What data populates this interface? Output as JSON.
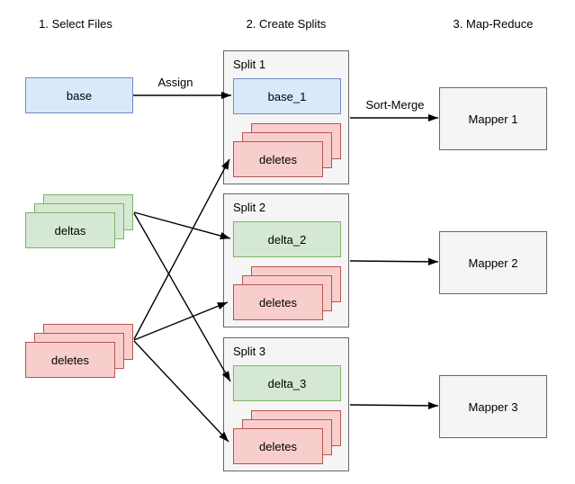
{
  "headers": {
    "stage1": "1. Select Files",
    "stage2": "2. Create Splits",
    "stage3": "3. Map-Reduce"
  },
  "files": {
    "base": "base",
    "deltas": "deltas",
    "deletes": "deletes"
  },
  "splits": [
    {
      "title": "Split 1",
      "file": "base_1",
      "stack": "deletes"
    },
    {
      "title": "Split 2",
      "file": "delta_2",
      "stack": "deletes"
    },
    {
      "title": "Split 3",
      "file": "delta_3",
      "stack": "deletes"
    }
  ],
  "mappers": [
    {
      "label": "Mapper 1"
    },
    {
      "label": "Mapper 2"
    },
    {
      "label": "Mapper 3"
    }
  ],
  "edge_labels": {
    "assign": "Assign",
    "sort_merge": "Sort-Merge"
  },
  "colors": {
    "blue_fill": "#dae8fc",
    "blue_stroke": "#6c8ebf",
    "green_fill": "#d5e8d4",
    "green_stroke": "#82b366",
    "red_fill": "#f8cecc",
    "red_stroke": "#b85450",
    "container_fill": "#f5f5f5",
    "container_stroke": "#666666",
    "arrow": "#000000",
    "text": "#000000",
    "background": "#ffffff"
  }
}
